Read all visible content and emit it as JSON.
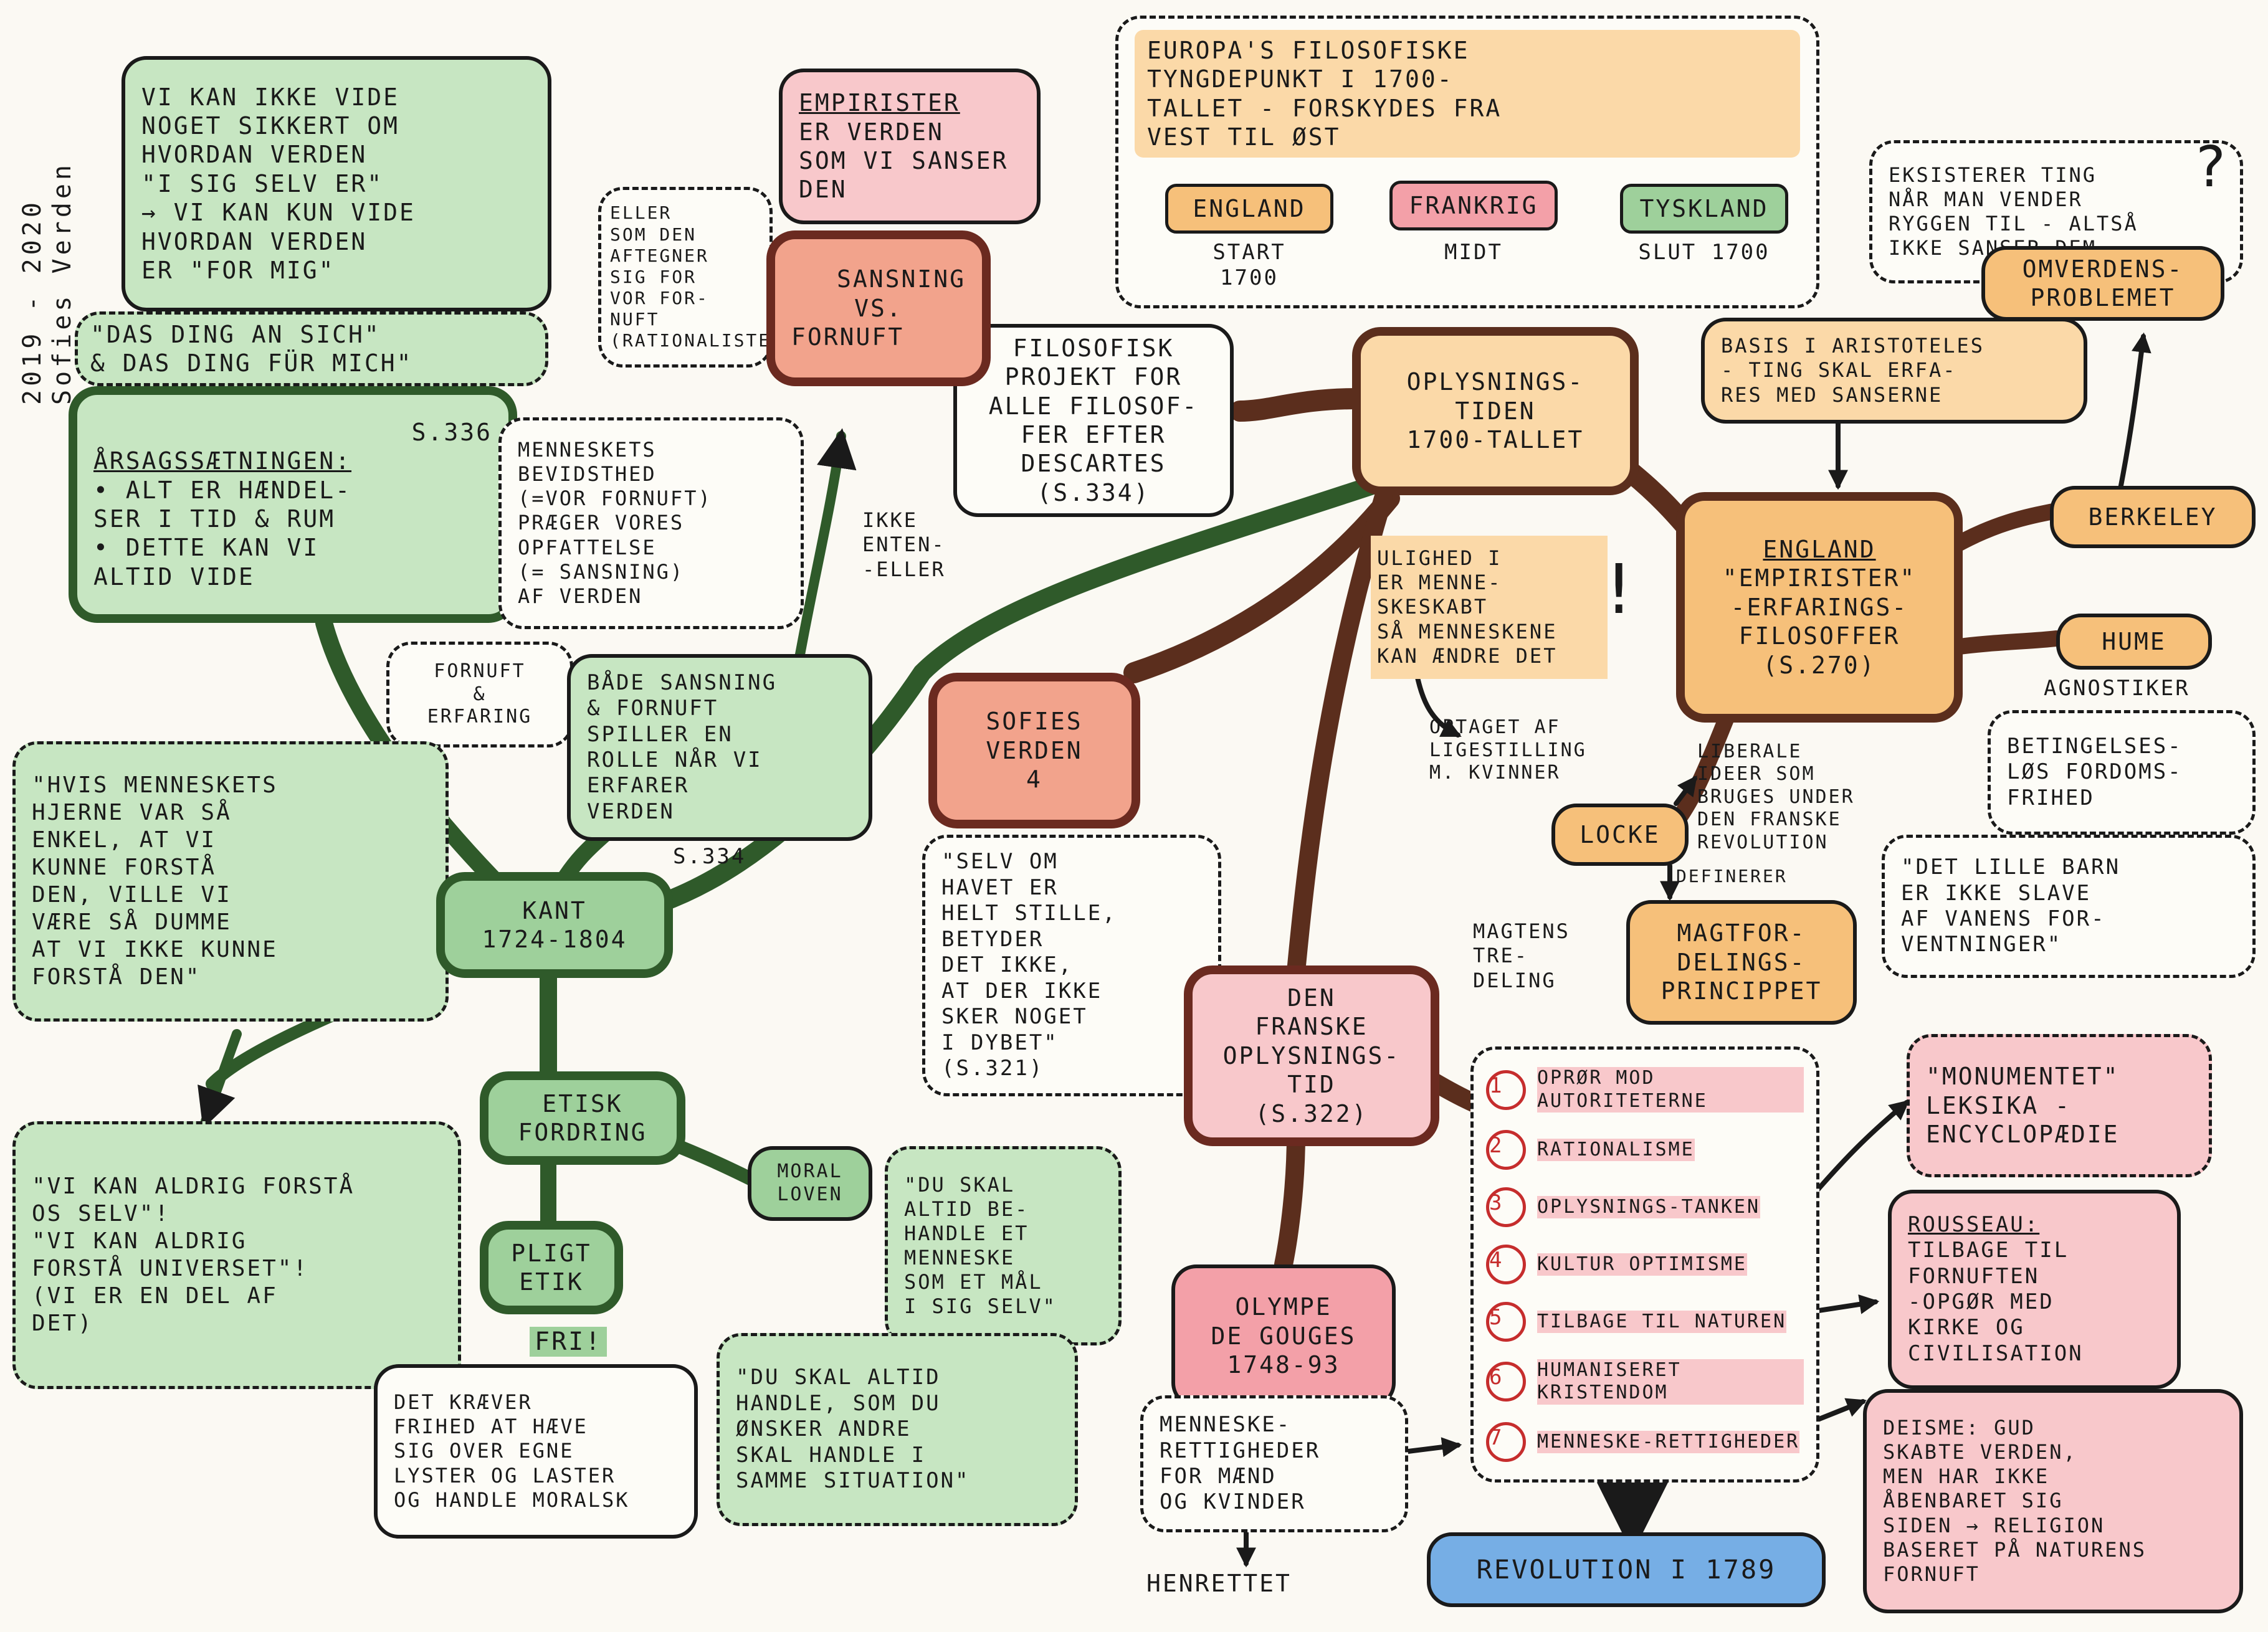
{
  "side_label": [
    "2019 - 2020",
    "Sofies Verden"
  ],
  "center": {
    "lines": [
      "Oplysnings-",
      "tiden",
      "1700-tallet"
    ]
  },
  "europe": {
    "lines": [
      "Europa's filosofiske",
      "tyngdepunkt i 1700-",
      "tallet - forskydes fra",
      "vest til øst"
    ]
  },
  "countries": [
    {
      "name": "England",
      "label": "Start 1700"
    },
    {
      "name": "Frankrig",
      "label": "Midt"
    },
    {
      "name": "Tyskland",
      "label": "Slut 1700"
    }
  ],
  "filosofisk": {
    "lines": [
      "Filosofisk",
      "projekt for",
      "alle filosof-",
      "fer efter",
      "Descartes",
      "(s.334)"
    ]
  },
  "empirister_q": {
    "lines": [
      "Empirister",
      "Er verden",
      "som vi sanser",
      "den"
    ]
  },
  "eller": {
    "lines": [
      "Eller",
      "som den",
      "aftegner",
      "sig for",
      "vor for-",
      "nuft",
      "(Rationalister)"
    ]
  },
  "sansning": {
    "top": "Sansning",
    "vs": "vs.",
    "bottom": "Fornuft"
  },
  "eksisterer": {
    "lines": [
      "Eksisterer ting",
      "når man vender",
      "ryggen til - altså",
      "ikke sanser dem"
    ],
    "mark": "?"
  },
  "omverden": {
    "lines": [
      "Omverdens-",
      "problemet"
    ]
  },
  "basis": {
    "lines": [
      "Basis i Aristoteles",
      "- ting skal erfa-",
      "res med sanserne"
    ]
  },
  "england": {
    "lines": [
      "England",
      "\"Empirister\"",
      "-Erfarings-",
      "filosoffer",
      "(s.270)"
    ]
  },
  "berkeley": {
    "label": "Berkeley"
  },
  "hume": {
    "label": "Hume"
  },
  "agnostiker": {
    "label": "Agnostiker"
  },
  "betingelses": {
    "lines": [
      "Betingelses-",
      "løs fordoms-",
      "frihed"
    ]
  },
  "lille_barn": {
    "lines": [
      "\"Det lille barn",
      "er ikke slave",
      "af vanens for-",
      "ventninger\""
    ]
  },
  "ulighed": {
    "lines": [
      "Ulighed i",
      "er menne-",
      "skeskabt",
      "så menneskene",
      "kan ændre det"
    ],
    "mark": "!"
  },
  "optaget": {
    "lines": [
      "Optaget af",
      "ligestilling",
      "m. kvinner"
    ]
  },
  "liberale": {
    "lines": [
      "Liberale",
      "ideer som",
      "bruges under",
      "den franske",
      "revolution"
    ]
  },
  "locke": {
    "label": "Locke"
  },
  "definerer": {
    "label": "Definerer"
  },
  "magtens": {
    "lines": [
      "Magtens",
      "tre-",
      "deling"
    ]
  },
  "magtfordeling": {
    "lines": [
      "Magtfor-",
      "delings-",
      "princippet"
    ]
  },
  "sofies": {
    "lines": [
      "Sofies",
      "verden",
      "4"
    ]
  },
  "selv_om": {
    "lines": [
      "\"Selv om",
      "havet er",
      "helt stille,",
      "betyder",
      "det ikke,",
      "at der ikke",
      "sker noget",
      "i dybet\"",
      "(s.321)"
    ]
  },
  "franske": {
    "lines": [
      "Den",
      "franske",
      "oplysnings-",
      "tid",
      "(s.322)"
    ]
  },
  "points": [
    {
      "n": "1",
      "text": "Oprør mod autoriteterne"
    },
    {
      "n": "2",
      "text": "Rationalisme"
    },
    {
      "n": "3",
      "text": "Oplysnings-tanken"
    },
    {
      "n": "4",
      "text": "Kultur optimisme"
    },
    {
      "n": "5",
      "text": "Tilbage til naturen"
    },
    {
      "n": "6",
      "text": "Humaniseret kristendom"
    },
    {
      "n": "7",
      "text": "Menneske-rettigheder"
    }
  ],
  "monumentet": {
    "lines": [
      "\"Monumentet\"",
      "leksika -",
      "encyclopædie"
    ]
  },
  "rousseau": {
    "lines": [
      "Rousseau:",
      "Tilbage til",
      "fornuften",
      "-Opgør med",
      "kirke og",
      "civilisation"
    ]
  },
  "deisme": {
    "lines": [
      "Deisme: Gud",
      "skabte verden,",
      "men har ikke",
      "åbenbaret sig",
      "siden → Religion",
      "baseret på naturens",
      "fornuft"
    ]
  },
  "revolution": {
    "label": "Revolution i 1789"
  },
  "olympe": {
    "lines": [
      "Olympe",
      "de Gouges",
      "1748-93"
    ]
  },
  "menneskerettigheder": {
    "lines": [
      "Menneske-",
      "rettigheder",
      "for mænd",
      "og kvinder"
    ]
  },
  "henrettet": {
    "label": "Henrettet"
  },
  "vi_kan_ikke": {
    "lines": [
      "Vi kan ikke vide",
      "noget sikkert om",
      "hvordan verden",
      "\"i sig selv er\"",
      "→ Vi kan kun vide",
      "hvordan verden",
      "er \"for mig\""
    ]
  },
  "ding": {
    "lines": [
      "\"Das Ding an sich\"",
      "& Das Ding für mich\""
    ]
  },
  "aarsag": {
    "lines": [
      "Årsagssætningen:",
      "• Alt er hændel-",
      "ser i tid & rum",
      "• Dette kan vi",
      "altid vide"
    ],
    "ref": "s.336"
  },
  "bevidsthed": {
    "lines": [
      "Menneskets",
      "bevidsthed",
      "(=vor fornuft)",
      "præger vores",
      "opfattelse",
      "(= sansning)",
      "af verden"
    ]
  },
  "ikke_enten": {
    "lines": [
      "Ikke",
      "enten-",
      "-eller"
    ]
  },
  "fornuft_erfaring": {
    "lines": [
      "Fornuft",
      "&",
      "Erfaring"
    ]
  },
  "baade": {
    "lines": [
      "Både sansning",
      "& fornuft",
      "spiller en",
      "rolle når vi",
      "erfarer",
      "verden"
    ],
    "ref": "s.334"
  },
  "hvis": {
    "lines": [
      "\"Hvis menneskets",
      "hjerne var så",
      "enkel, at vi",
      "kunne forstå",
      "den, ville vi",
      "være så dumme",
      "at vi ikke kunne",
      "forstå den\""
    ]
  },
  "kant": {
    "lines": [
      "Kant",
      "1724-1804"
    ]
  },
  "aldrig": {
    "lines": [
      "\"Vi kan aldrig forstå",
      "os selv\"!",
      "\"Vi kan aldrig",
      "forstå universet\"!",
      "(Vi er en del af",
      "det)"
    ]
  },
  "etisk": {
    "lines": [
      "Etisk",
      "fordring"
    ]
  },
  "moral": {
    "lines": [
      "Moral",
      "loven"
    ]
  },
  "du_skal_1": {
    "lines": [
      "\"Du skal",
      "altid be-",
      "handle et",
      "menneske",
      "som et mål",
      "i sig selv\""
    ]
  },
  "pligt": {
    "lines": [
      "Pligt",
      "etik"
    ]
  },
  "fri": {
    "label": "Fri!"
  },
  "kraever": {
    "lines": [
      "Det kræver",
      "frihed at hæve",
      "sig over egne",
      "lyster og laster",
      "og handle moralsk"
    ]
  },
  "du_skal_2": {
    "lines": [
      "\"Du skal altid",
      "handle, som du",
      "ønsker andre",
      "skal handle i",
      "samme situation\""
    ]
  },
  "colors": {
    "green": "#9ed09b",
    "orange": "#f6c07a",
    "pink": "#f3a0a8",
    "salmon": "#f2a38c",
    "blue": "#76aee5",
    "brown_link": "#5b2e1d",
    "green_link": "#2f5a2a"
  }
}
